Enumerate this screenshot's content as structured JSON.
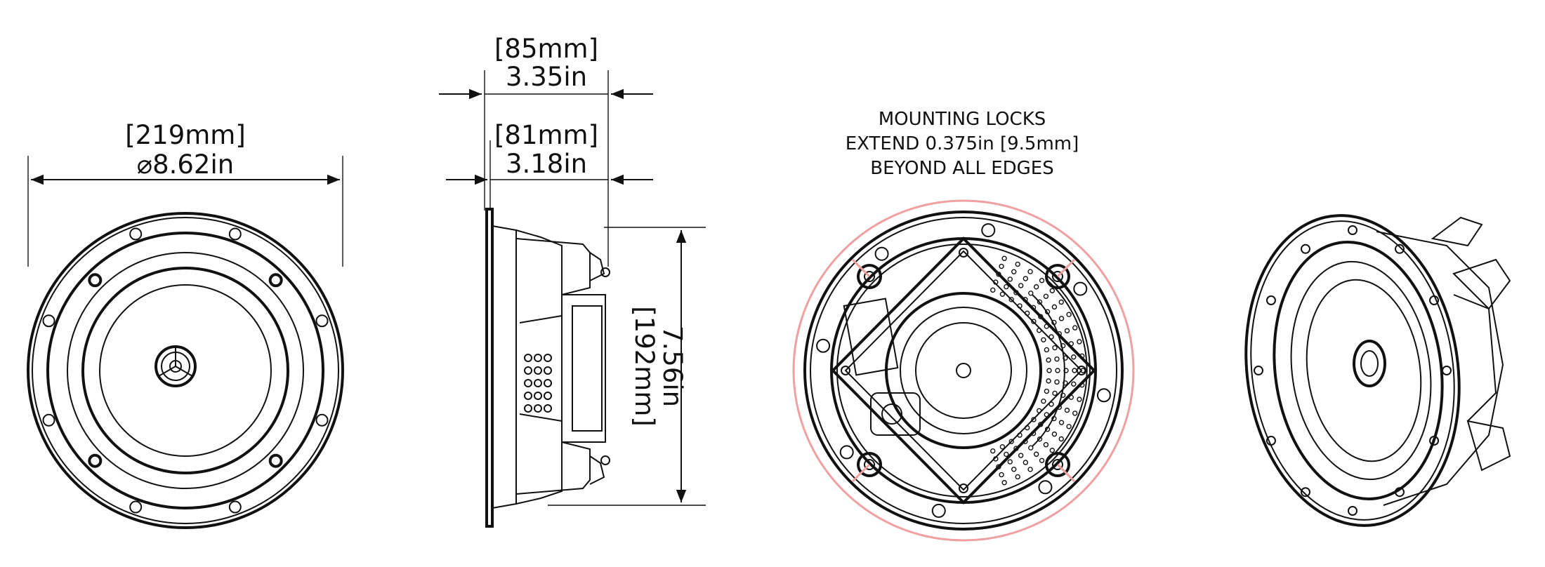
{
  "front_view": {
    "dim_mm": "[219mm]",
    "dim_in": "⌀8.62in"
  },
  "side_view": {
    "depth_total_mm": "[85mm]",
    "depth_total_in": "3.35in",
    "depth_mount_mm": "[81mm]",
    "depth_mount_in": "3.18in",
    "height_mm": "[192mm]",
    "height_in": "7.56in"
  },
  "rear_view": {
    "note_line1": "MOUNTING LOCKS",
    "note_line2": "EXTEND 0.375in [9.5mm]",
    "note_line3": "BEYOND ALL EDGES",
    "lock_extent_color": "#f0a0a0"
  }
}
